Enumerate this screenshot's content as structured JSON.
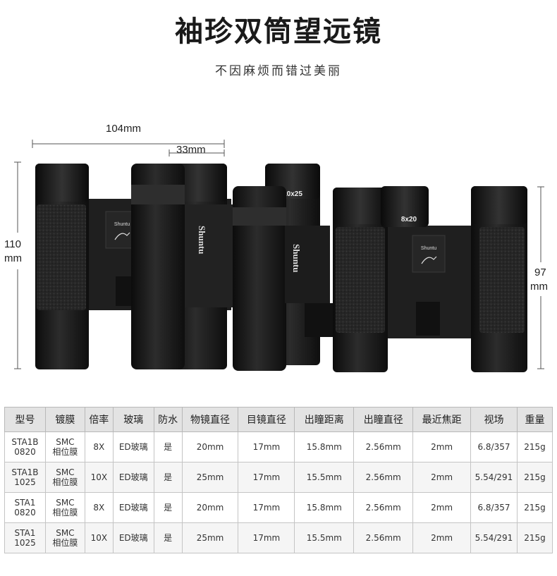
{
  "title": "袖珍双筒望远镜",
  "subtitle": "不因麻烦而错过美丽",
  "dimensions": {
    "width": "104mm",
    "hinge": "33mm",
    "height_large_value": "110",
    "height_large_unit": "mm",
    "height_small_value": "97",
    "height_small_unit": "mm"
  },
  "product": {
    "brand_vertical_1": "Shuntu",
    "brand_vertical_2": "Shuntu",
    "brand_logo_1": "Shuntu",
    "brand_logo_2": "Shuntu",
    "eyepiece_label_1": "10x25",
    "eyepiece_label_2": "8x20"
  },
  "spec_table": {
    "headers": [
      "型号",
      "镀膜",
      "倍率",
      "玻璃",
      "防水",
      "物镜直径",
      "目镜直径",
      "出瞳距离",
      "出瞳直径",
      "最近焦距",
      "视场",
      "重量"
    ],
    "rows": [
      {
        "model1": "STA1B",
        "model2": "0820",
        "coat1": "SMC",
        "coat2": "相位膜",
        "mag": "8X",
        "glass": "ED玻璃",
        "water": "是",
        "obj": "20mm",
        "eye": "17mm",
        "relief": "15.8mm",
        "exit": "2.56mm",
        "focus": "2mm",
        "fov": "6.8/357",
        "weight": "215g"
      },
      {
        "model1": "STA1B",
        "model2": "1025",
        "coat1": "SMC",
        "coat2": "相位膜",
        "mag": "10X",
        "glass": "ED玻璃",
        "water": "是",
        "obj": "25mm",
        "eye": "17mm",
        "relief": "15.5mm",
        "exit": "2.56mm",
        "focus": "2mm",
        "fov": "5.54/291",
        "weight": "215g"
      },
      {
        "model1": "STA1",
        "model2": "0820",
        "coat1": "SMC",
        "coat2": "相位膜",
        "mag": "8X",
        "glass": "ED玻璃",
        "water": "是",
        "obj": "20mm",
        "eye": "17mm",
        "relief": "15.8mm",
        "exit": "2.56mm",
        "focus": "2mm",
        "fov": "6.8/357",
        "weight": "215g"
      },
      {
        "model1": "STA1",
        "model2": "1025",
        "coat1": "SMC",
        "coat2": "相位膜",
        "mag": "10X",
        "glass": "ED玻璃",
        "water": "是",
        "obj": "25mm",
        "eye": "17mm",
        "relief": "15.5mm",
        "exit": "2.56mm",
        "focus": "2mm",
        "fov": "5.54/291",
        "weight": "215g"
      }
    ]
  },
  "colors": {
    "body": "#1e1e1e",
    "barrel": "#151515",
    "bridge": "#2a2a2a",
    "header_bg": "#e3e3e3"
  }
}
